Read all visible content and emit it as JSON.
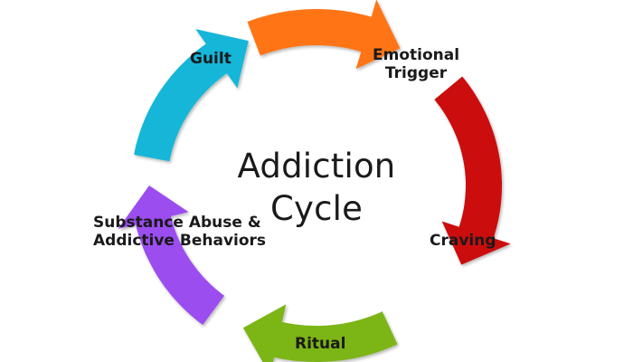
{
  "title": {
    "line1": "Addiction",
    "line2": "Cycle"
  },
  "stages": [
    {
      "id": "emotional-trigger",
      "lines": [
        "Emotional",
        "Trigger"
      ],
      "color": "#cc1111"
    },
    {
      "id": "craving",
      "lines": [
        "Craving"
      ],
      "color": "#7cb518"
    },
    {
      "id": "ritual",
      "lines": [
        "Ritual"
      ],
      "color": "#9b4df0"
    },
    {
      "id": "substance-abuse",
      "lines": [
        "Substance Abuse &",
        "Addictive Behaviors"
      ],
      "color": "#13b6d8"
    },
    {
      "id": "guilt",
      "lines": [
        "Guilt"
      ],
      "color": "#ff7518"
    }
  ]
}
